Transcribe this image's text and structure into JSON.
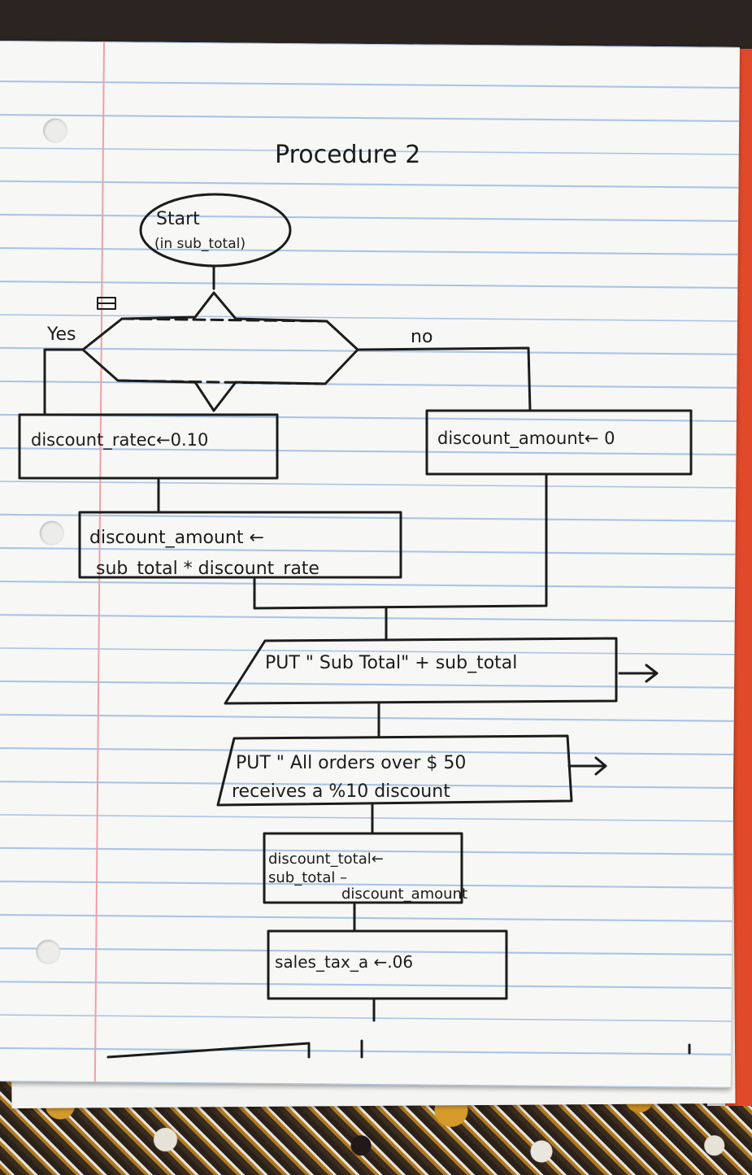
{
  "title": "Procedure 2",
  "start": {
    "line1": "Start",
    "line2": "(in sub_total)"
  },
  "decision": {
    "symbol_note": "",
    "yes_label": "Yes",
    "no_label": "no"
  },
  "boxes": {
    "rate": "discount_ratec←0.10",
    "amount_zero": "discount_amount← 0",
    "amount_calc": {
      "line1": "discount_amount ←",
      "line2": "sub_total * discount_rate"
    },
    "put_subtotal": "PUT \" Sub Total\" + sub_total",
    "put_orders": {
      "line1": "PUT \" All orders over $ 50",
      "line2": "receives a %10 discount"
    },
    "discount_total": {
      "line1": "discount_total←",
      "line2": "sub_total –",
      "line3": "discount_amount"
    },
    "sales_tax": "sales_tax_a ←.06"
  },
  "colors": {
    "ink": "#1c1c1c",
    "lines": "#a9c4e6",
    "margin": "#f0a0a8",
    "binder": "#e04a2a"
  }
}
